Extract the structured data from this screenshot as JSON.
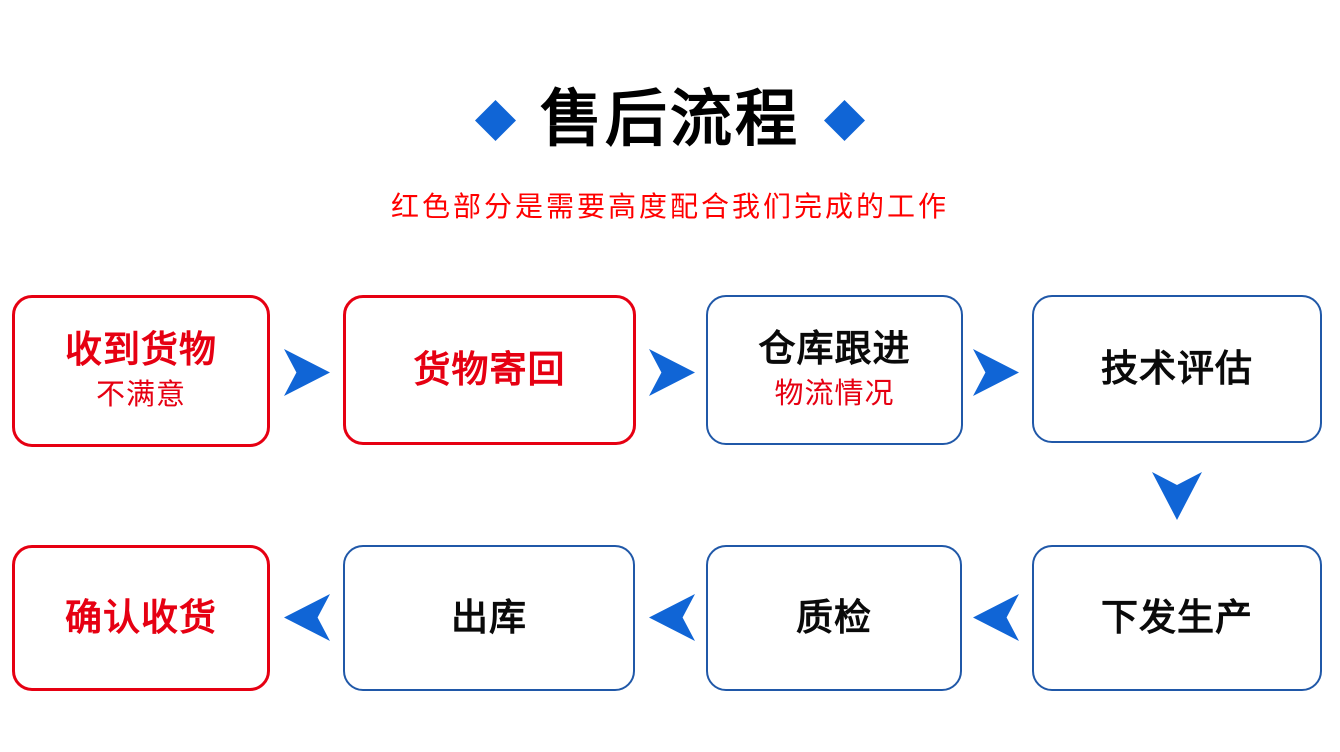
{
  "title": {
    "text": "售后流程"
  },
  "subtitle": {
    "text": "红色部分是需要高度配合我们完成的工作"
  },
  "colors": {
    "arrow_blue": "#1065d6",
    "blue_border": "#2058a8",
    "red": "#e60012",
    "subtitle_red": "#ff0000",
    "title_black": "#000000"
  },
  "flow": {
    "rows": [
      {
        "direction": "right",
        "boxes": [
          {
            "label": "收到货物",
            "sublabel": "不满意",
            "type": "red"
          },
          {
            "label": "货物寄回",
            "type": "red"
          },
          {
            "label": "仓库跟进",
            "sublabel": "物流情况",
            "type": "blue"
          },
          {
            "label": "技术评估",
            "type": "blue"
          }
        ]
      },
      {
        "direction": "left",
        "boxes": [
          {
            "label": "确认收货",
            "type": "red"
          },
          {
            "label": "出库",
            "type": "blue"
          },
          {
            "label": "质检",
            "type": "blue"
          },
          {
            "label": "下发生产",
            "type": "blue"
          }
        ]
      }
    ]
  }
}
